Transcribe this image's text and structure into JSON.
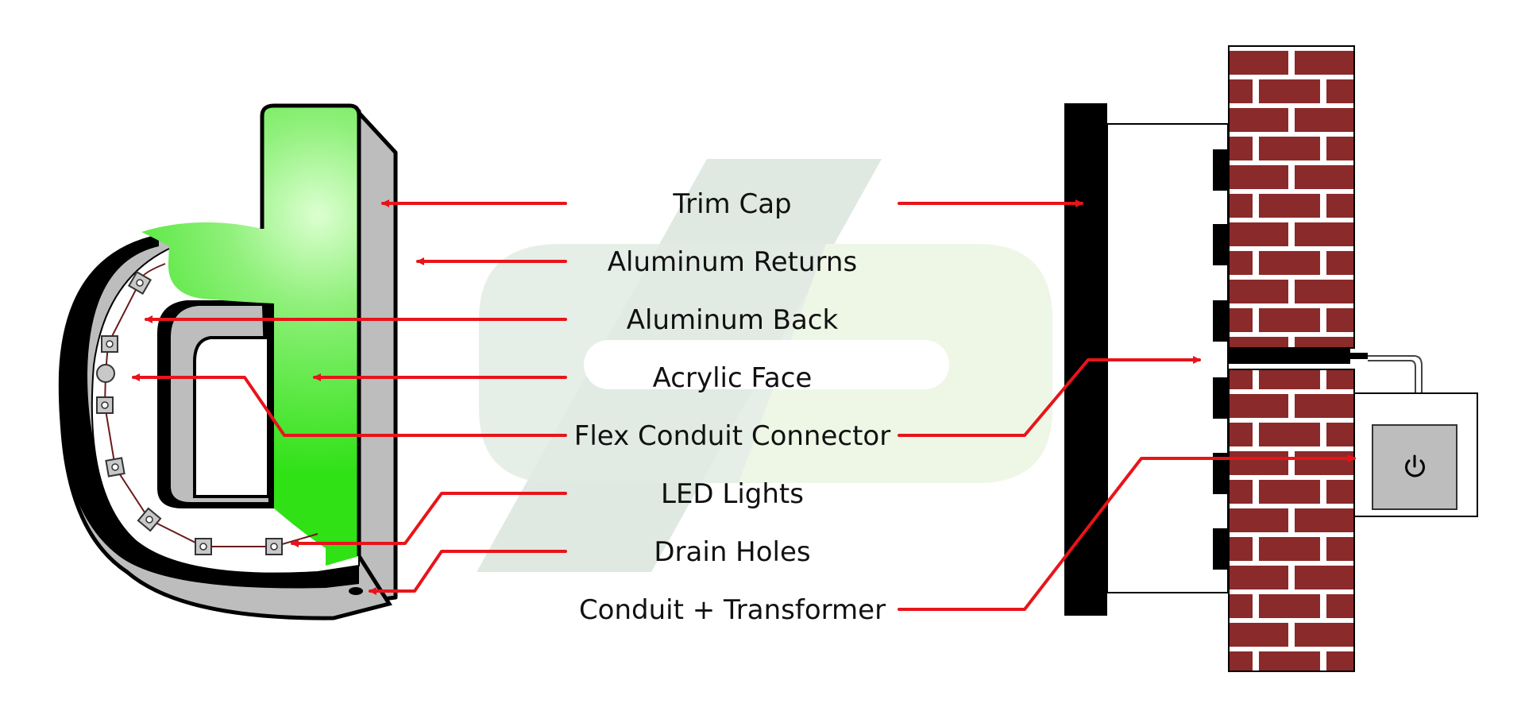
{
  "labels": [
    "Trim Cap",
    "Aluminum Returns",
    "Aluminum Back",
    "Acrylic Face",
    "Flex Conduit Connector",
    "LED Lights",
    "Drain Holes",
    "Conduit + Transformer"
  ],
  "icons": {
    "power": "power-icon"
  },
  "colors": {
    "leader": "#e8141a",
    "face_green": "#33e41a",
    "face_highlight": "#d4ffc6",
    "return_gray": "#bdbdbd",
    "brick": "#8b2a2a",
    "mortar": "#ffffff",
    "backer": "#000000",
    "watermark_left": "#dfe9e2",
    "watermark_right": "#eef7e6"
  }
}
